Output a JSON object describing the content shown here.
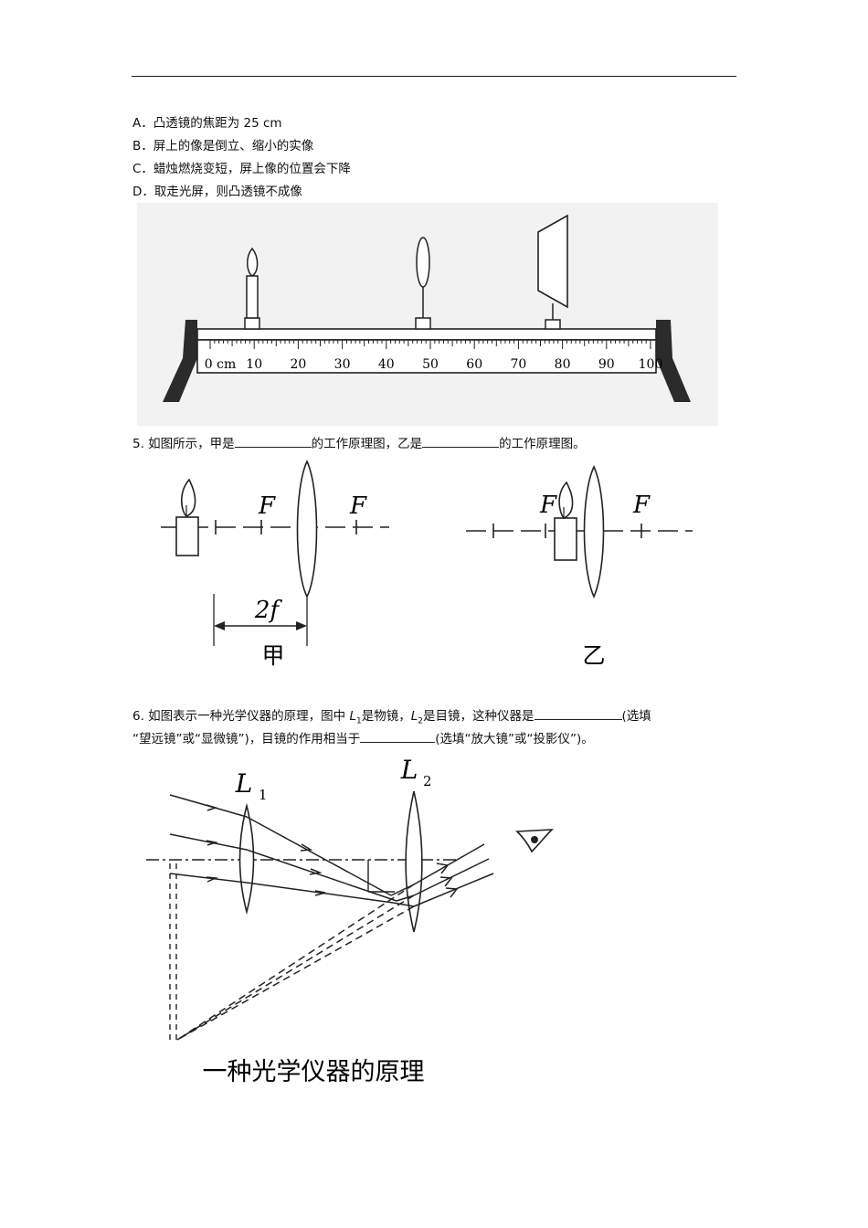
{
  "options": {
    "a": "A．凸透镜的焦距为 25 cm",
    "b": "B．屏上的像是倒立、缩小的实像",
    "c": "C．蜡烛燃烧变短，屏上像的位置会下降",
    "d": "D．取走光屏，则凸透镜不成像"
  },
  "bench": {
    "scale_labels": [
      "0 cm",
      "10",
      "20",
      "30",
      "40",
      "50",
      "60",
      "70",
      "80",
      "90",
      "100"
    ]
  },
  "q5": {
    "part1": "5. 如图所示，甲是",
    "part2": "的工作原理图，乙是",
    "part3": "的工作原理图。",
    "fig_jia": {
      "focus_left": "F",
      "focus_right": "F",
      "distance_label": "2f",
      "caption": "甲"
    },
    "fig_yi": {
      "focus_left": "F",
      "focus_right": "F",
      "caption": "乙"
    }
  },
  "q6": {
    "line1_part1": "6. 如图表示一种光学仪器的原理，图中 ",
    "L1": "L",
    "L1_sub": "1",
    "line1_part2": "是物镜，",
    "L2": "L",
    "L2_sub": "2",
    "line1_part3": "是目镜，这种仪器是",
    "line1_part4": "(选填",
    "line2_part1": "“望远镜”或“显微镜”)，目镜的作用相当于",
    "line2_part2": "(选填“放大镜”或“投影仪”)。",
    "fig": {
      "lens1_label": "L",
      "lens1_sub": "1",
      "lens2_label": "L",
      "lens2_sub": "2",
      "caption": "一种光学仪器的原理"
    }
  }
}
